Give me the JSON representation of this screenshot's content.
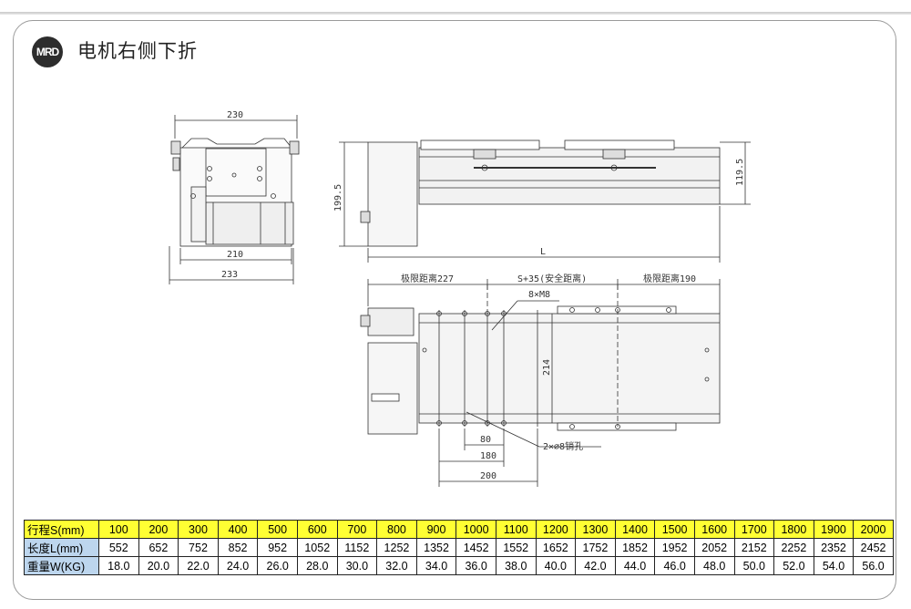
{
  "header": {
    "logo_text": "MRD",
    "title": "电机右侧下折"
  },
  "dimensions": {
    "d230": "230",
    "d210": "210",
    "d233": "233",
    "d199_5": "199.5",
    "d119_5": "119.5",
    "dL": "L",
    "limit_left": "极限距离227",
    "safety": "S+35(安全距离)",
    "limit_right": "极限距离190",
    "m8": "8×M8",
    "d214": "214",
    "d80": "80",
    "d180": "180",
    "d200": "200",
    "pin": "2×⌀8销孔"
  },
  "table": {
    "row_headers": [
      "行程S(mm)",
      "长度L(mm)",
      "重量W(KG)"
    ],
    "stroke": [
      "100",
      "200",
      "300",
      "400",
      "500",
      "600",
      "700",
      "800",
      "900",
      "1000",
      "1100",
      "1200",
      "1300",
      "1400",
      "1500",
      "1600",
      "1700",
      "1800",
      "1900",
      "2000"
    ],
    "length": [
      "552",
      "652",
      "752",
      "852",
      "952",
      "1052",
      "1152",
      "1252",
      "1352",
      "1452",
      "1552",
      "1652",
      "1752",
      "1852",
      "1952",
      "2052",
      "2152",
      "2252",
      "2352",
      "2452"
    ],
    "weight": [
      "18.0",
      "20.0",
      "22.0",
      "24.0",
      "26.0",
      "28.0",
      "30.0",
      "32.0",
      "34.0",
      "36.0",
      "38.0",
      "40.0",
      "42.0",
      "44.0",
      "46.0",
      "48.0",
      "50.0",
      "52.0",
      "54.0",
      "56.0"
    ]
  }
}
